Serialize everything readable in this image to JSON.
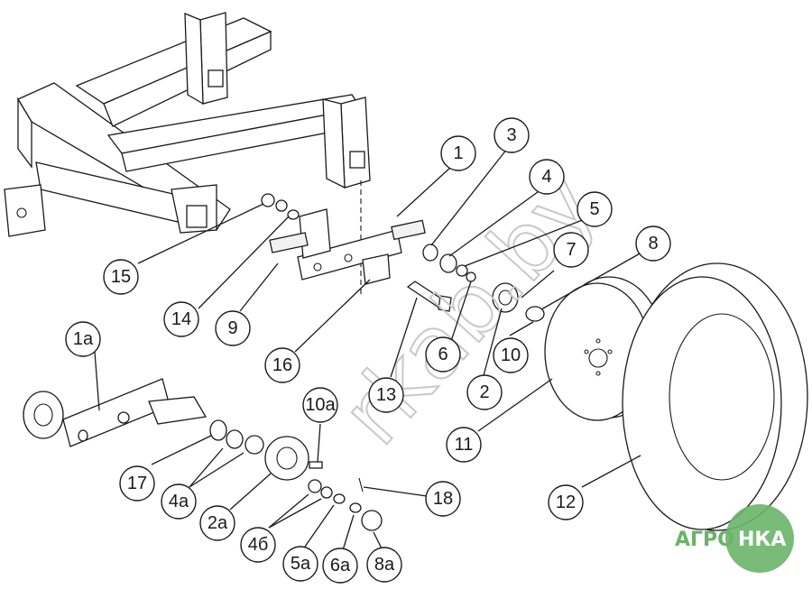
{
  "diagram": {
    "callouts": [
      {
        "id": "c1",
        "label": "1"
      },
      {
        "id": "c1a",
        "label": "1а"
      },
      {
        "id": "c2",
        "label": "2"
      },
      {
        "id": "c2a",
        "label": "2а"
      },
      {
        "id": "c3",
        "label": "3"
      },
      {
        "id": "c4",
        "label": "4"
      },
      {
        "id": "c4a",
        "label": "4а"
      },
      {
        "id": "c4b",
        "label": "4б"
      },
      {
        "id": "c5",
        "label": "5"
      },
      {
        "id": "c5a",
        "label": "5а"
      },
      {
        "id": "c6",
        "label": "6"
      },
      {
        "id": "c6a",
        "label": "6а"
      },
      {
        "id": "c7",
        "label": "7"
      },
      {
        "id": "c8",
        "label": "8"
      },
      {
        "id": "c8a",
        "label": "8а"
      },
      {
        "id": "c9",
        "label": "9"
      },
      {
        "id": "c10",
        "label": "10"
      },
      {
        "id": "c10a",
        "label": "10а"
      },
      {
        "id": "c11",
        "label": "11"
      },
      {
        "id": "c12",
        "label": "12"
      },
      {
        "id": "c13",
        "label": "13"
      },
      {
        "id": "c14",
        "label": "14"
      },
      {
        "id": "c15",
        "label": "15"
      },
      {
        "id": "c16",
        "label": "16"
      },
      {
        "id": "c17",
        "label": "17"
      },
      {
        "id": "c18",
        "label": "18"
      }
    ]
  },
  "watermark": {
    "text": "rkab.by"
  },
  "logo": {
    "text_left": "АГРО",
    "text_right": "НКА",
    "color_green": "#5aa05a"
  }
}
